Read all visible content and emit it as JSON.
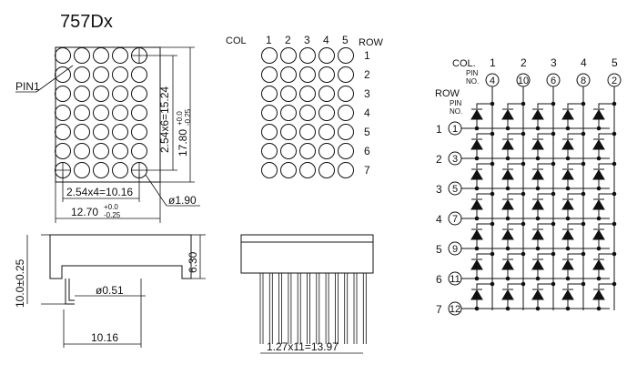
{
  "title": "757Dx",
  "front_view": {
    "pin1_label": "PIN1",
    "dim_vertical_pitch": "2.54x6=15.24",
    "dim_height": "17.80",
    "dim_height_tol_plus": "+0.0",
    "dim_height_tol_minus": "-0.25",
    "dim_horizontal_pitch": "2.54x4=10.16",
    "dim_width": "12.70",
    "dim_width_tol_plus": "+0.0",
    "dim_width_tol_minus": "-0.25",
    "dot_diameter": "ø1.90",
    "cols": 5,
    "rows": 7
  },
  "grid_view": {
    "col_label": "COL",
    "row_label": "ROW",
    "col_numbers": [
      "1",
      "2",
      "3",
      "4",
      "5"
    ],
    "row_numbers": [
      "1",
      "2",
      "3",
      "4",
      "5",
      "6",
      "7"
    ]
  },
  "side_view": {
    "dim_total_height": "10.0±0.25",
    "dim_body_height": "6.30",
    "pin_diameter": "ø0.51",
    "dim_pin_span": "10.16"
  },
  "end_view": {
    "dim_pin_pitch": "1.27x11=13.97"
  },
  "schematic": {
    "col_label": "COL.",
    "pin_no_label_1": "PIN",
    "pin_no_label_2": "NO.",
    "row_label": "ROW",
    "col_numbers": [
      "1",
      "2",
      "3",
      "4",
      "5"
    ],
    "col_pins": [
      "4",
      "10",
      "6",
      "8",
      "2"
    ],
    "row_numbers": [
      "1",
      "2",
      "3",
      "4",
      "5",
      "6",
      "7"
    ],
    "row_pins": [
      "1",
      "3",
      "5",
      "7",
      "9",
      "11",
      "12"
    ]
  }
}
